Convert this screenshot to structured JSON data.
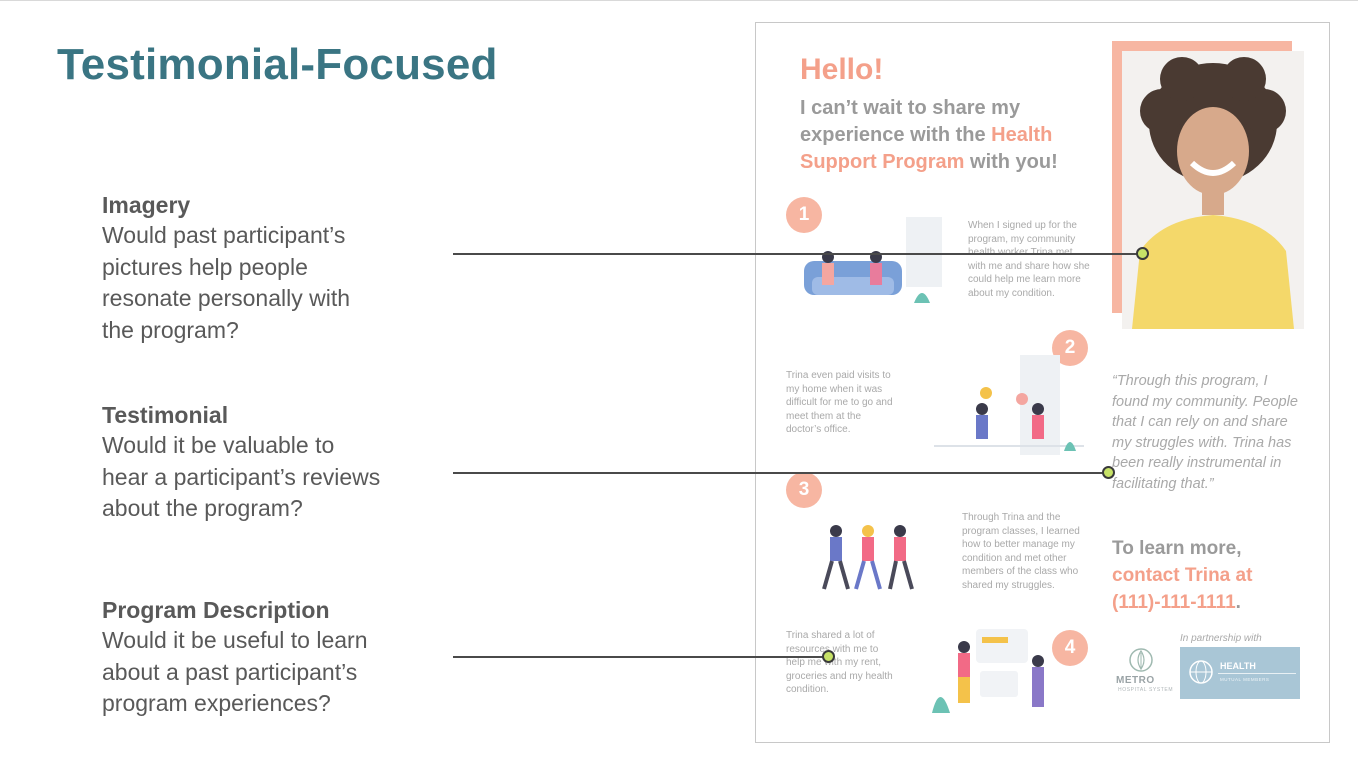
{
  "title": "Testimonial-Focused",
  "callouts": [
    {
      "heading": "Imagery",
      "lines": [
        "Would past participant’s",
        "pictures help people",
        "resonate personally with",
        "the program?"
      ]
    },
    {
      "heading": "Testimonial",
      "lines": [
        "Would it be valuable to",
        "hear a participant’s reviews",
        "about the program?"
      ]
    },
    {
      "heading": "Program Description",
      "lines": [
        "Would it be useful to learn",
        "about a past participant’s",
        "program experiences?"
      ]
    }
  ],
  "flyer": {
    "hello": "Hello!",
    "intro_1": "I can’t wait to share my experience with the ",
    "intro_accent": "Health Support Program",
    "intro_2": " with you!",
    "steps": [
      {
        "number": "1",
        "text": "When I signed up for the program, my community health worker Trina met with me and share how she could help me learn more about my condition."
      },
      {
        "number": "2",
        "text": "Trina even paid visits to my home when it was difficult for me to go and meet them at the doctor’s office."
      },
      {
        "number": "3",
        "text": "Through Trina and the program classes, I learned how to better manage my condition and met other members of the class who shared my struggles."
      },
      {
        "number": "4",
        "text": "Trina shared a lot of resources with me to help me with my rent, groceries and my health condition."
      }
    ],
    "quote": "“Through this program, I found my community. People that I can rely on and share my struggles with. Trina has been really instrumental in facilitating that.”",
    "contact_1": "To learn more,",
    "contact_accent": "contact Trina at (111)-111-1111",
    "contact_end": ".",
    "partnership": "In partnership with",
    "metro_name": "METRO",
    "metro_sub": "HOSPITAL SYSTEM",
    "health_name": "HEALTH",
    "health_sub": "MUTUAL MEMBERS"
  },
  "colors": {
    "title": "#3a7583",
    "accent": "#f4a08a",
    "dot": "#c7e267",
    "line": "#4a4a4a"
  }
}
